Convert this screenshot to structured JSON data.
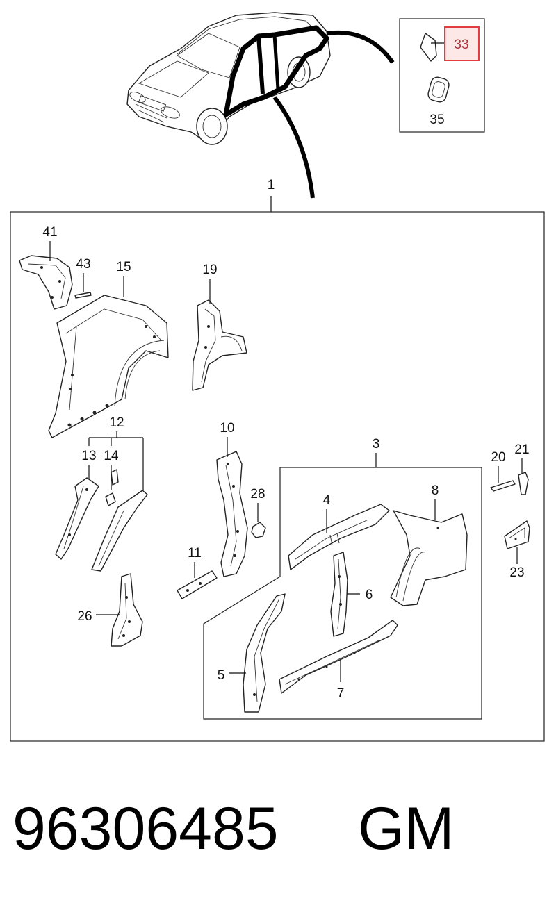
{
  "callouts": {
    "c1": "1",
    "c3": "3",
    "c4": "4",
    "c5": "5",
    "c6": "6",
    "c7": "7",
    "c8": "8",
    "c10": "10",
    "c11": "11",
    "c12": "12",
    "c13": "13",
    "c14": "14",
    "c15": "15",
    "c19": "19",
    "c20": "20",
    "c21": "21",
    "c23": "23",
    "c26": "26",
    "c28": "28",
    "c33": "33",
    "c35": "35",
    "c41": "41",
    "c43": "43"
  },
  "highlight": {
    "callout": "33",
    "color": "#e23b40",
    "fill": "#fde8e8"
  },
  "footer": {
    "part_number": "96306485",
    "brand": "GM"
  }
}
